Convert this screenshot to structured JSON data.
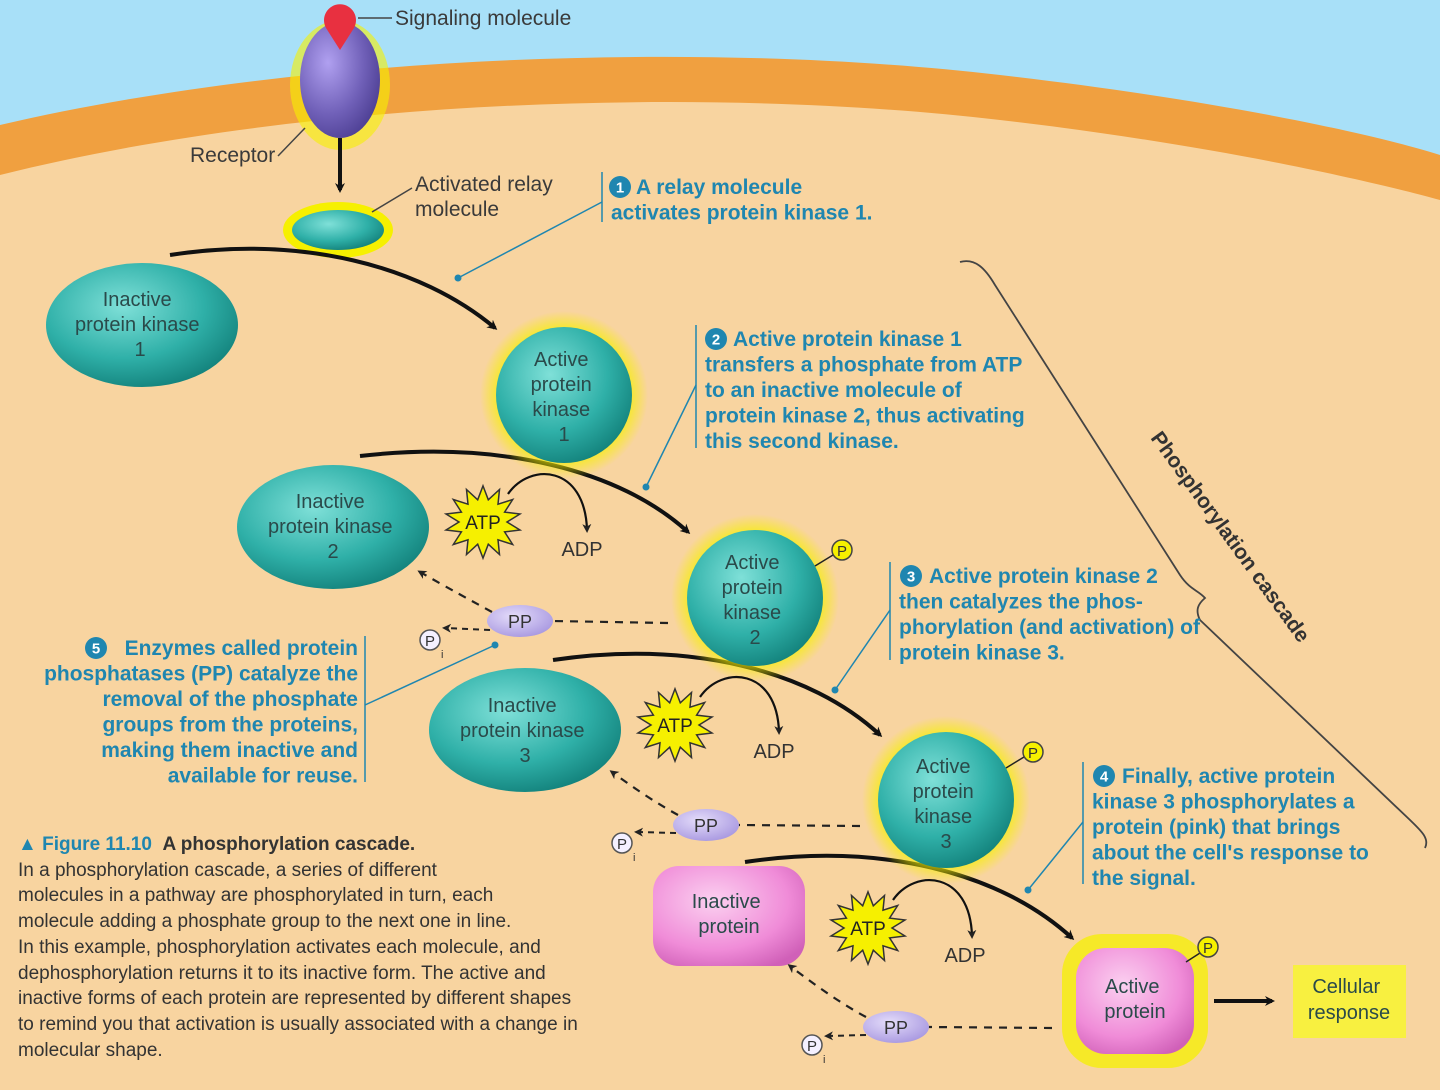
{
  "colors": {
    "sky": "#a8e0f8",
    "membrane": "#f0a040",
    "cytoplasm": "#f8d4a0",
    "kinase": "#2fb0a8",
    "glow": "#f6f000",
    "protein": "#f08cd8",
    "receptor": "#7060b8",
    "signal": "#e83040",
    "phosphatase": "#b8a8e8",
    "atp": "#f6f000",
    "step_text": "#1f86b0",
    "response_box": "#f8f040"
  },
  "labels": {
    "signaling_molecule": "Signaling molecule",
    "receptor": "Receptor",
    "relay_line1": "Activated relay",
    "relay_line2": "molecule",
    "cascade": "Phosphorylation cascade",
    "cellular_response_line1": "Cellular",
    "cellular_response_line2": "response"
  },
  "molecules": {
    "inactive_kinase_1": [
      "Inactive",
      "protein kinase",
      "1"
    ],
    "active_kinase_1": [
      "Active",
      "protein",
      "kinase",
      "1"
    ],
    "inactive_kinase_2": [
      "Inactive",
      "protein kinase",
      "2"
    ],
    "active_kinase_2": [
      "Active",
      "protein",
      "kinase",
      "2"
    ],
    "inactive_kinase_3": [
      "Inactive",
      "protein kinase",
      "3"
    ],
    "active_kinase_3": [
      "Active",
      "protein",
      "kinase",
      "3"
    ],
    "inactive_protein": [
      "Inactive",
      "protein"
    ],
    "active_protein": [
      "Active",
      "protein"
    ]
  },
  "atp": "ATP",
  "adp": "ADP",
  "pp": "PP",
  "p_symbol": "P",
  "pi_subscript": "i",
  "steps": [
    {
      "num": "1",
      "lines": [
        "A relay molecule",
        "activates protein kinase 1."
      ]
    },
    {
      "num": "2",
      "lines": [
        "Active protein kinase 1",
        "transfers a phosphate from ATP",
        "to an inactive molecule of",
        "protein kinase 2, thus activating",
        "this second kinase."
      ]
    },
    {
      "num": "3",
      "lines": [
        "Active protein kinase 2",
        "then catalyzes the phos-",
        "phorylation (and activation) of",
        "protein kinase 3."
      ]
    },
    {
      "num": "4",
      "lines": [
        "Finally, active protein",
        "kinase 3 phosphorylates a",
        "protein (pink) that brings",
        "about the cell's response to",
        "the signal."
      ]
    },
    {
      "num": "5",
      "lines": [
        "Enzymes called protein",
        "phosphatases (PP) catalyze the",
        "removal of the phosphate",
        "groups from the proteins,",
        "making them inactive and",
        "available for reuse."
      ]
    }
  ],
  "caption": {
    "figure": "▲ Figure 11.10",
    "title": "A phosphorylation cascade.",
    "lines": [
      "In a phosphorylation cascade, a series of different",
      "molecules in a pathway are phosphorylated in turn, each",
      "molecule adding a phosphate group to the next one in line.",
      "In this example, phosphorylation activates each molecule, and",
      "dephosphorylation returns it to its inactive form. The active and",
      "inactive forms of each protein are represented by different shapes",
      "to remind you that activation is usually associated with a change in",
      "molecular shape."
    ]
  }
}
